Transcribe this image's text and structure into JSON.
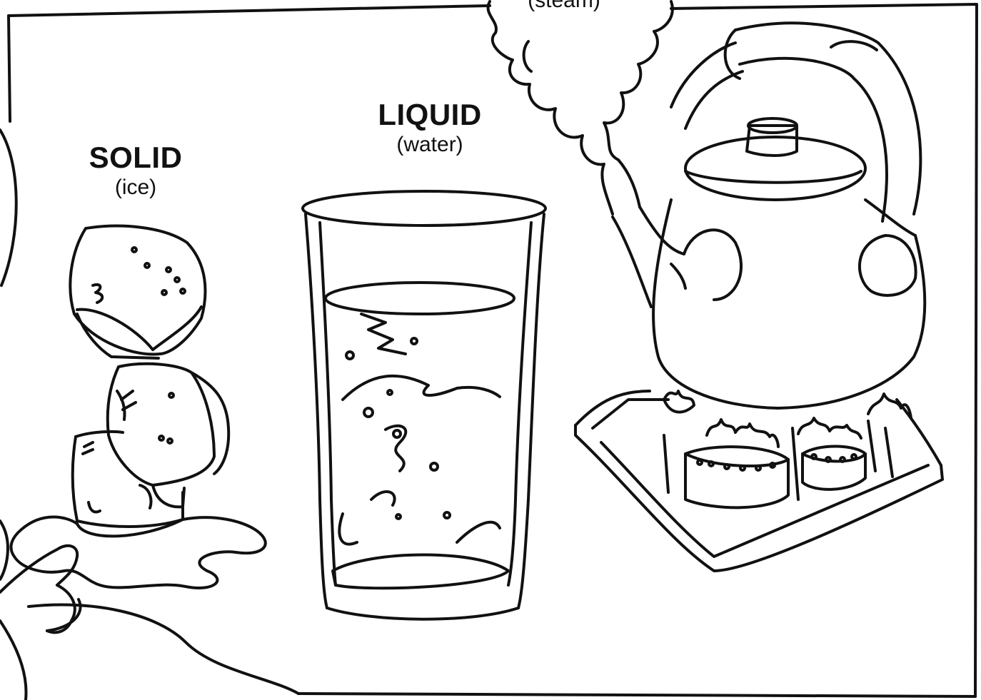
{
  "labels": {
    "solid": {
      "title": "SOLID",
      "subtitle": "(ice)"
    },
    "liquid": {
      "title": "LIQUID",
      "subtitle": "(water)"
    },
    "gas": {
      "subtitle": "(steam)"
    }
  },
  "colors": {
    "ink": "#111111",
    "paper": "#ffffff"
  },
  "icons": [
    "ice-cubes-icon",
    "water-glass-icon",
    "kettle-icon",
    "stove-icon",
    "steam-cloud-icon",
    "hand-icon"
  ]
}
